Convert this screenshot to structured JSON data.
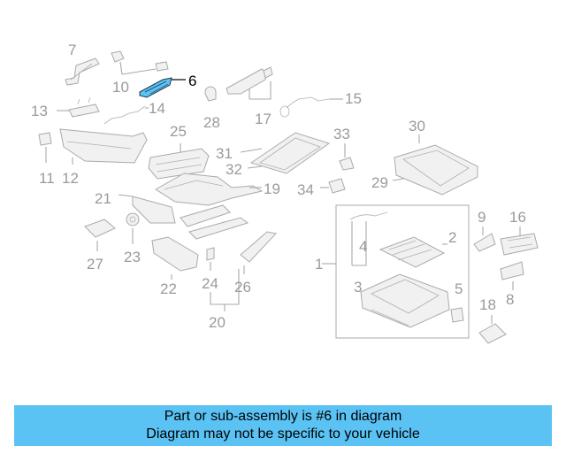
{
  "highlight_color": "#5bc2f4",
  "highlight_part": "6",
  "callouts": [
    "1",
    "2",
    "3",
    "4",
    "5",
    "6",
    "7",
    "8",
    "9",
    "10",
    "11",
    "12",
    "13",
    "14",
    "15",
    "16",
    "17",
    "18",
    "19",
    "20",
    "21",
    "22",
    "23",
    "24",
    "25",
    "26",
    "27",
    "28",
    "29",
    "30",
    "31",
    "32",
    "33",
    "34"
  ],
  "banner": {
    "line1": "Part or sub-assembly is #6 in diagram",
    "line2": "Diagram may not be specific to your vehicle"
  }
}
